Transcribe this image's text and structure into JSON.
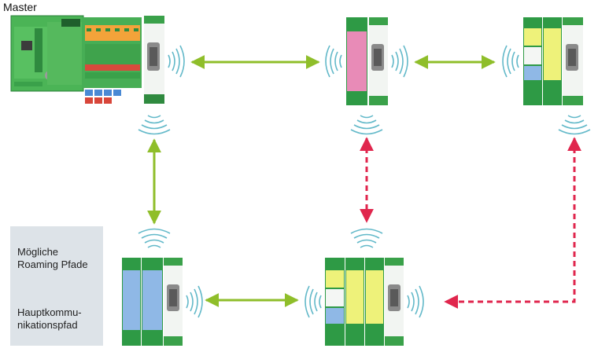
{
  "title": "Master",
  "legend": {
    "roaming_label": "Mögliche\nRoaming Pfade",
    "main_label": "Hauptkommu-\nnikationspfad"
  },
  "colors": {
    "main_path": "#8fbe2a",
    "roaming_path": "#e0264d",
    "module_green": "#2e9a45",
    "module_green_light": "#5cc05a",
    "module_pink": "#e88bb7",
    "module_blue": "#8fb8e6",
    "module_yellow": "#eef27a",
    "signal": "#63b9c9",
    "legend_bg": "#dde3e8"
  },
  "icons": [
    "wireless-signal-icon",
    "serial-port-icon",
    "io-terminal-icon"
  ],
  "nodes": [
    {
      "id": "master",
      "kind": "plc-with-radio"
    },
    {
      "id": "repeater-top-middle",
      "kind": "radio-pink-io"
    },
    {
      "id": "repeater-top-right",
      "kind": "radio-mixed-io"
    },
    {
      "id": "slave-bottom-left",
      "kind": "radio-blue-io"
    },
    {
      "id": "slave-bottom-middle",
      "kind": "radio-mixed-io"
    }
  ],
  "connections": [
    {
      "from": "master",
      "to": "repeater-top-middle",
      "type": "main"
    },
    {
      "from": "repeater-top-middle",
      "to": "repeater-top-right",
      "type": "main"
    },
    {
      "from": "master",
      "to": "slave-bottom-left",
      "type": "main"
    },
    {
      "from": "slave-bottom-left",
      "to": "slave-bottom-middle",
      "type": "main"
    },
    {
      "from": "repeater-top-middle",
      "to": "slave-bottom-middle",
      "type": "roaming"
    },
    {
      "from": "repeater-top-right",
      "to": "slave-bottom-middle",
      "type": "roaming"
    }
  ]
}
